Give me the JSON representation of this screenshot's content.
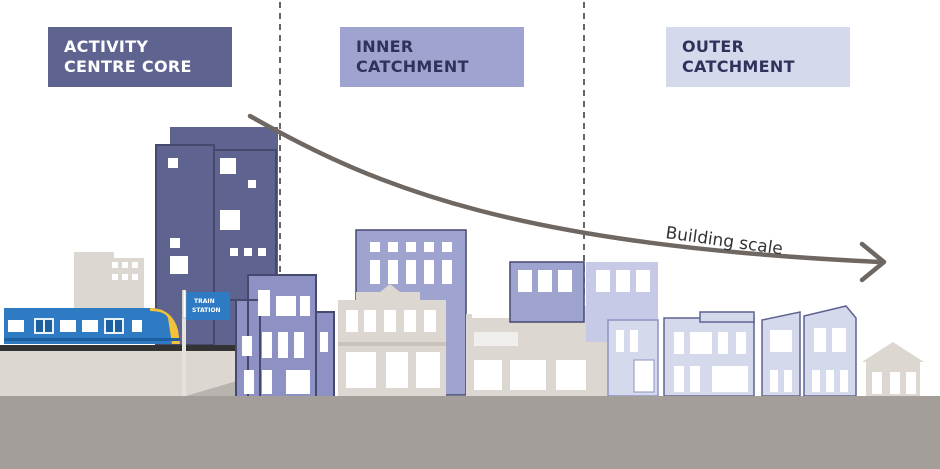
{
  "zones": {
    "core": "ACTIVITY\nCENTRE CORE",
    "inner": "INNER\nCATCHMENT",
    "outer": "OUTER\nCATCHMENT"
  },
  "arrow_label": "Building scale",
  "station_sign": {
    "line1": "TRAIN",
    "line2": "STATION"
  },
  "colors": {
    "core_dark": "#5e6390",
    "inner_mid": "#9fa3d0",
    "outer_light": "#d5d9ec",
    "ground": "#a39e9a",
    "arrow": "#6e6762",
    "beige": "#dcd7d1",
    "train_blue": "#2e7bc4"
  }
}
